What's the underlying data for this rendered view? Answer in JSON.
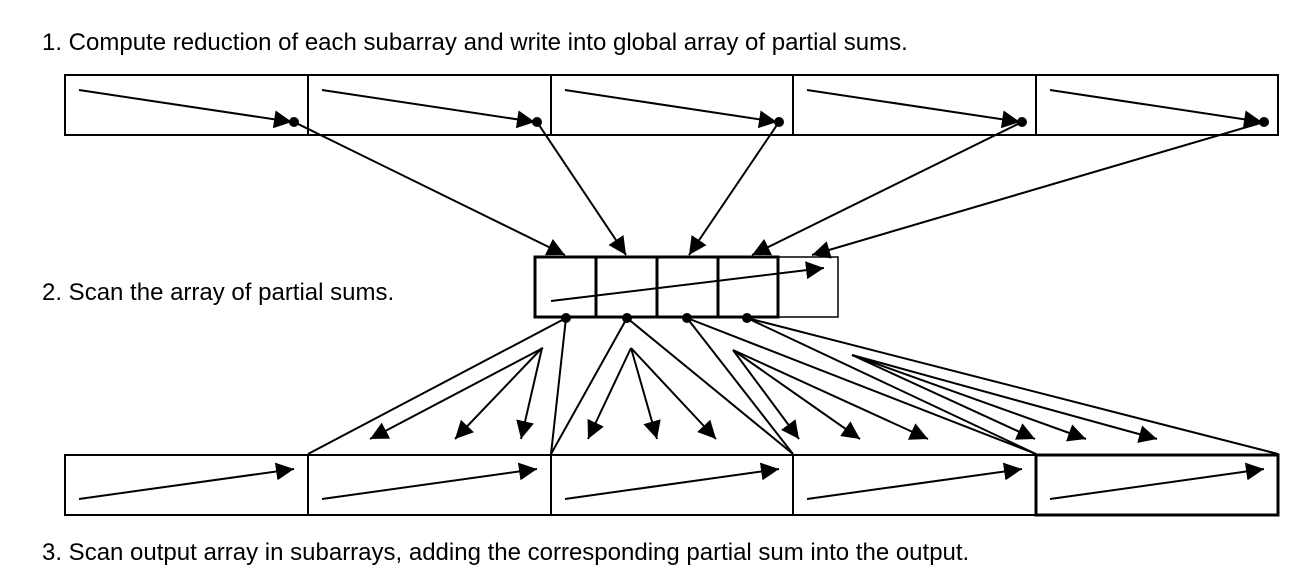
{
  "steps": [
    {
      "label": "1. Compute reduction of each subarray and write into global array of partial sums."
    },
    {
      "label": "2. Scan the array of partial sums."
    },
    {
      "label": "3. Scan output array in subarrays, adding the corresponding partial sum into the output."
    }
  ],
  "diagram": {
    "subarray_count": 5,
    "partial_sum_cell_count": 5,
    "color": "#000000"
  }
}
